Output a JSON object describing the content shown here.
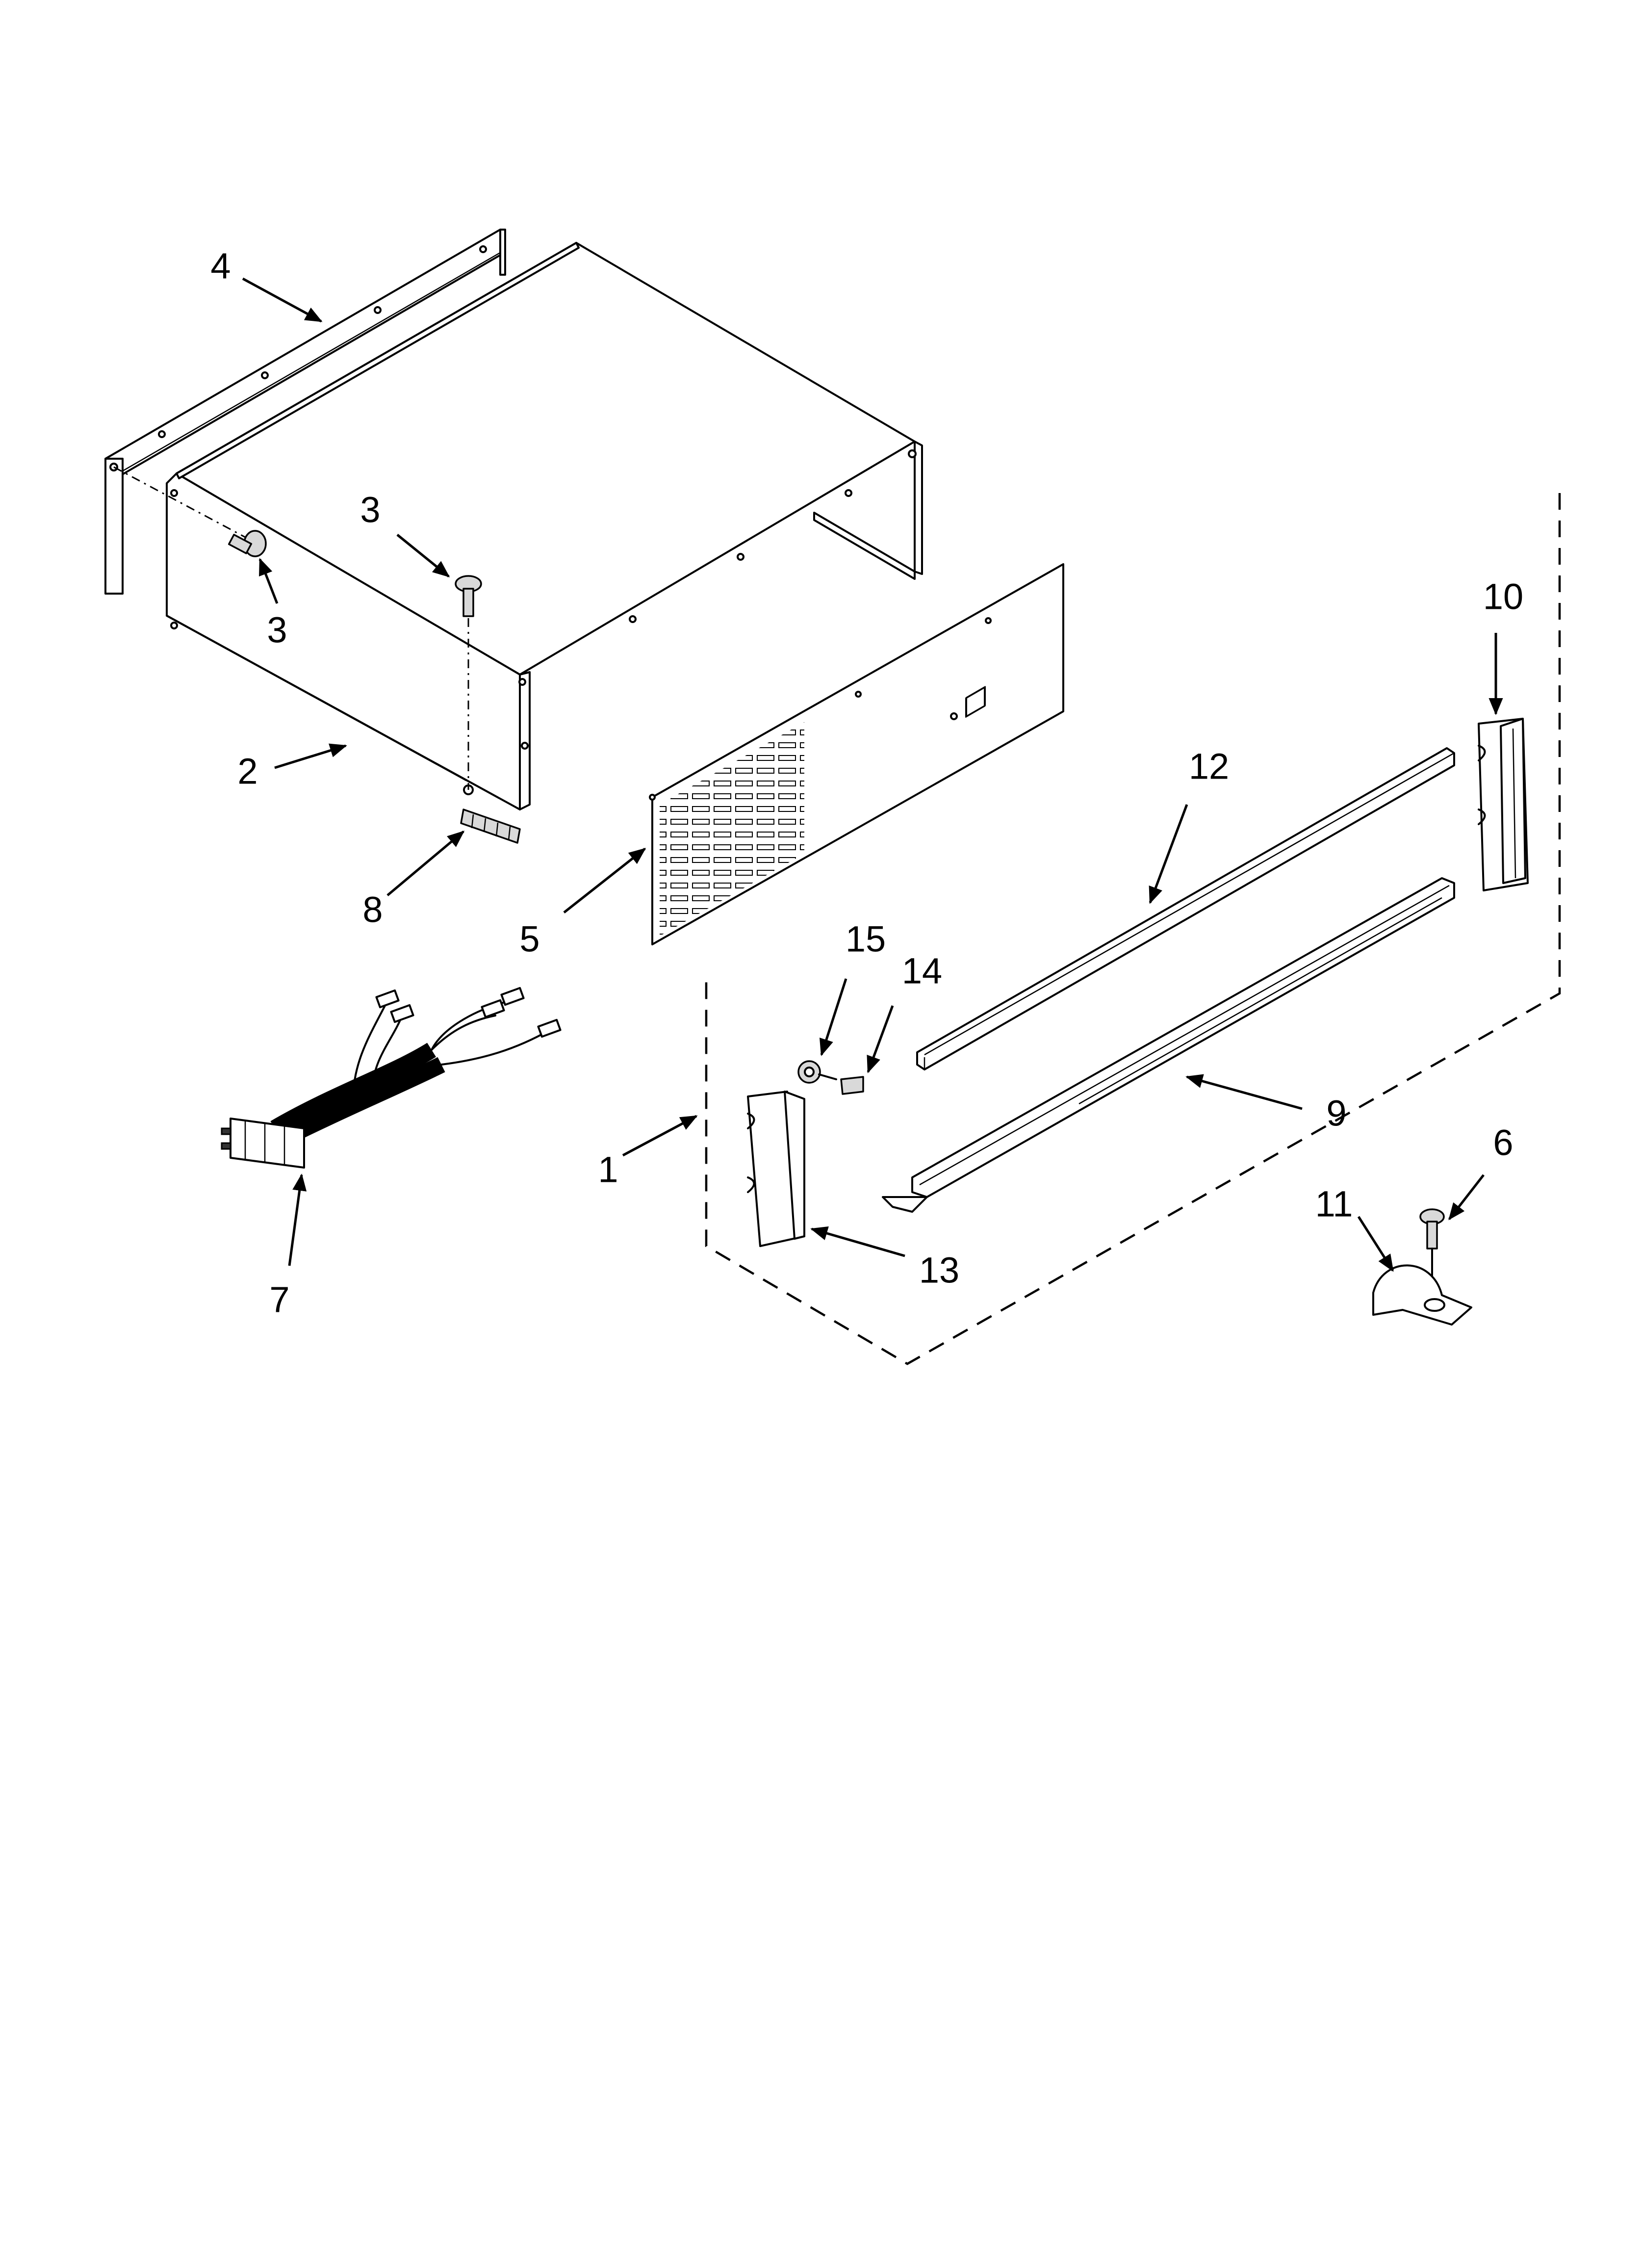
{
  "diagram": {
    "callouts": [
      {
        "id": "c1",
        "label": "1"
      },
      {
        "id": "c2",
        "label": "2"
      },
      {
        "id": "c3a",
        "label": "3"
      },
      {
        "id": "c3b",
        "label": "3"
      },
      {
        "id": "c4",
        "label": "4"
      },
      {
        "id": "c5",
        "label": "5"
      },
      {
        "id": "c6",
        "label": "6"
      },
      {
        "id": "c7",
        "label": "7"
      },
      {
        "id": "c8",
        "label": "8"
      },
      {
        "id": "c9",
        "label": "9"
      },
      {
        "id": "c10",
        "label": "10"
      },
      {
        "id": "c11",
        "label": "11"
      },
      {
        "id": "c12",
        "label": "12"
      },
      {
        "id": "c13",
        "label": "13"
      },
      {
        "id": "c14",
        "label": "14"
      },
      {
        "id": "c15",
        "label": "15"
      }
    ]
  }
}
